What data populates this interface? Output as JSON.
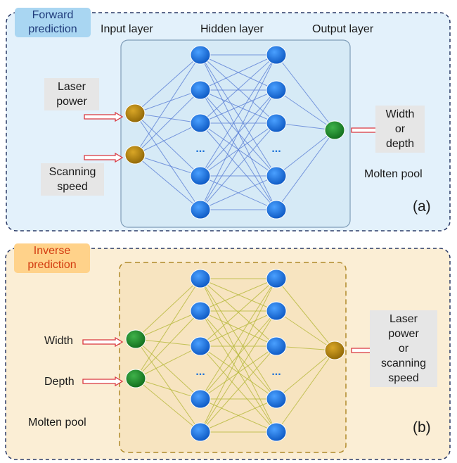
{
  "panel_a": {
    "tag": "Forward\nprediction",
    "layer_titles": {
      "input": "Input layer",
      "hidden": "Hidden layer",
      "output": "Output layer"
    },
    "inputs": [
      "Laser\npower",
      "Scanning\nspeed"
    ],
    "output": "Width\nor\ndepth",
    "output_caption": "Molten pool",
    "panel_label": "(a)",
    "ellipsis": "..."
  },
  "panel_b": {
    "tag": "Inverse\nprediction",
    "inputs": [
      "Width",
      "Depth"
    ],
    "input_caption": "Molten pool",
    "output": "Laser\npower\nor\nscanning\nspeed",
    "panel_label": "(b)",
    "ellipsis": "..."
  },
  "colors": {
    "panel_a_bg": "#e3f1fb",
    "panel_b_bg": "#fbeed5",
    "node_blue": "#1e73d8",
    "node_gold": "#b8860b",
    "node_green": "#1c8a2a",
    "edge_a": "#5b7fd6",
    "edge_b": "#b5b83a",
    "arrow": "#d9363e"
  }
}
